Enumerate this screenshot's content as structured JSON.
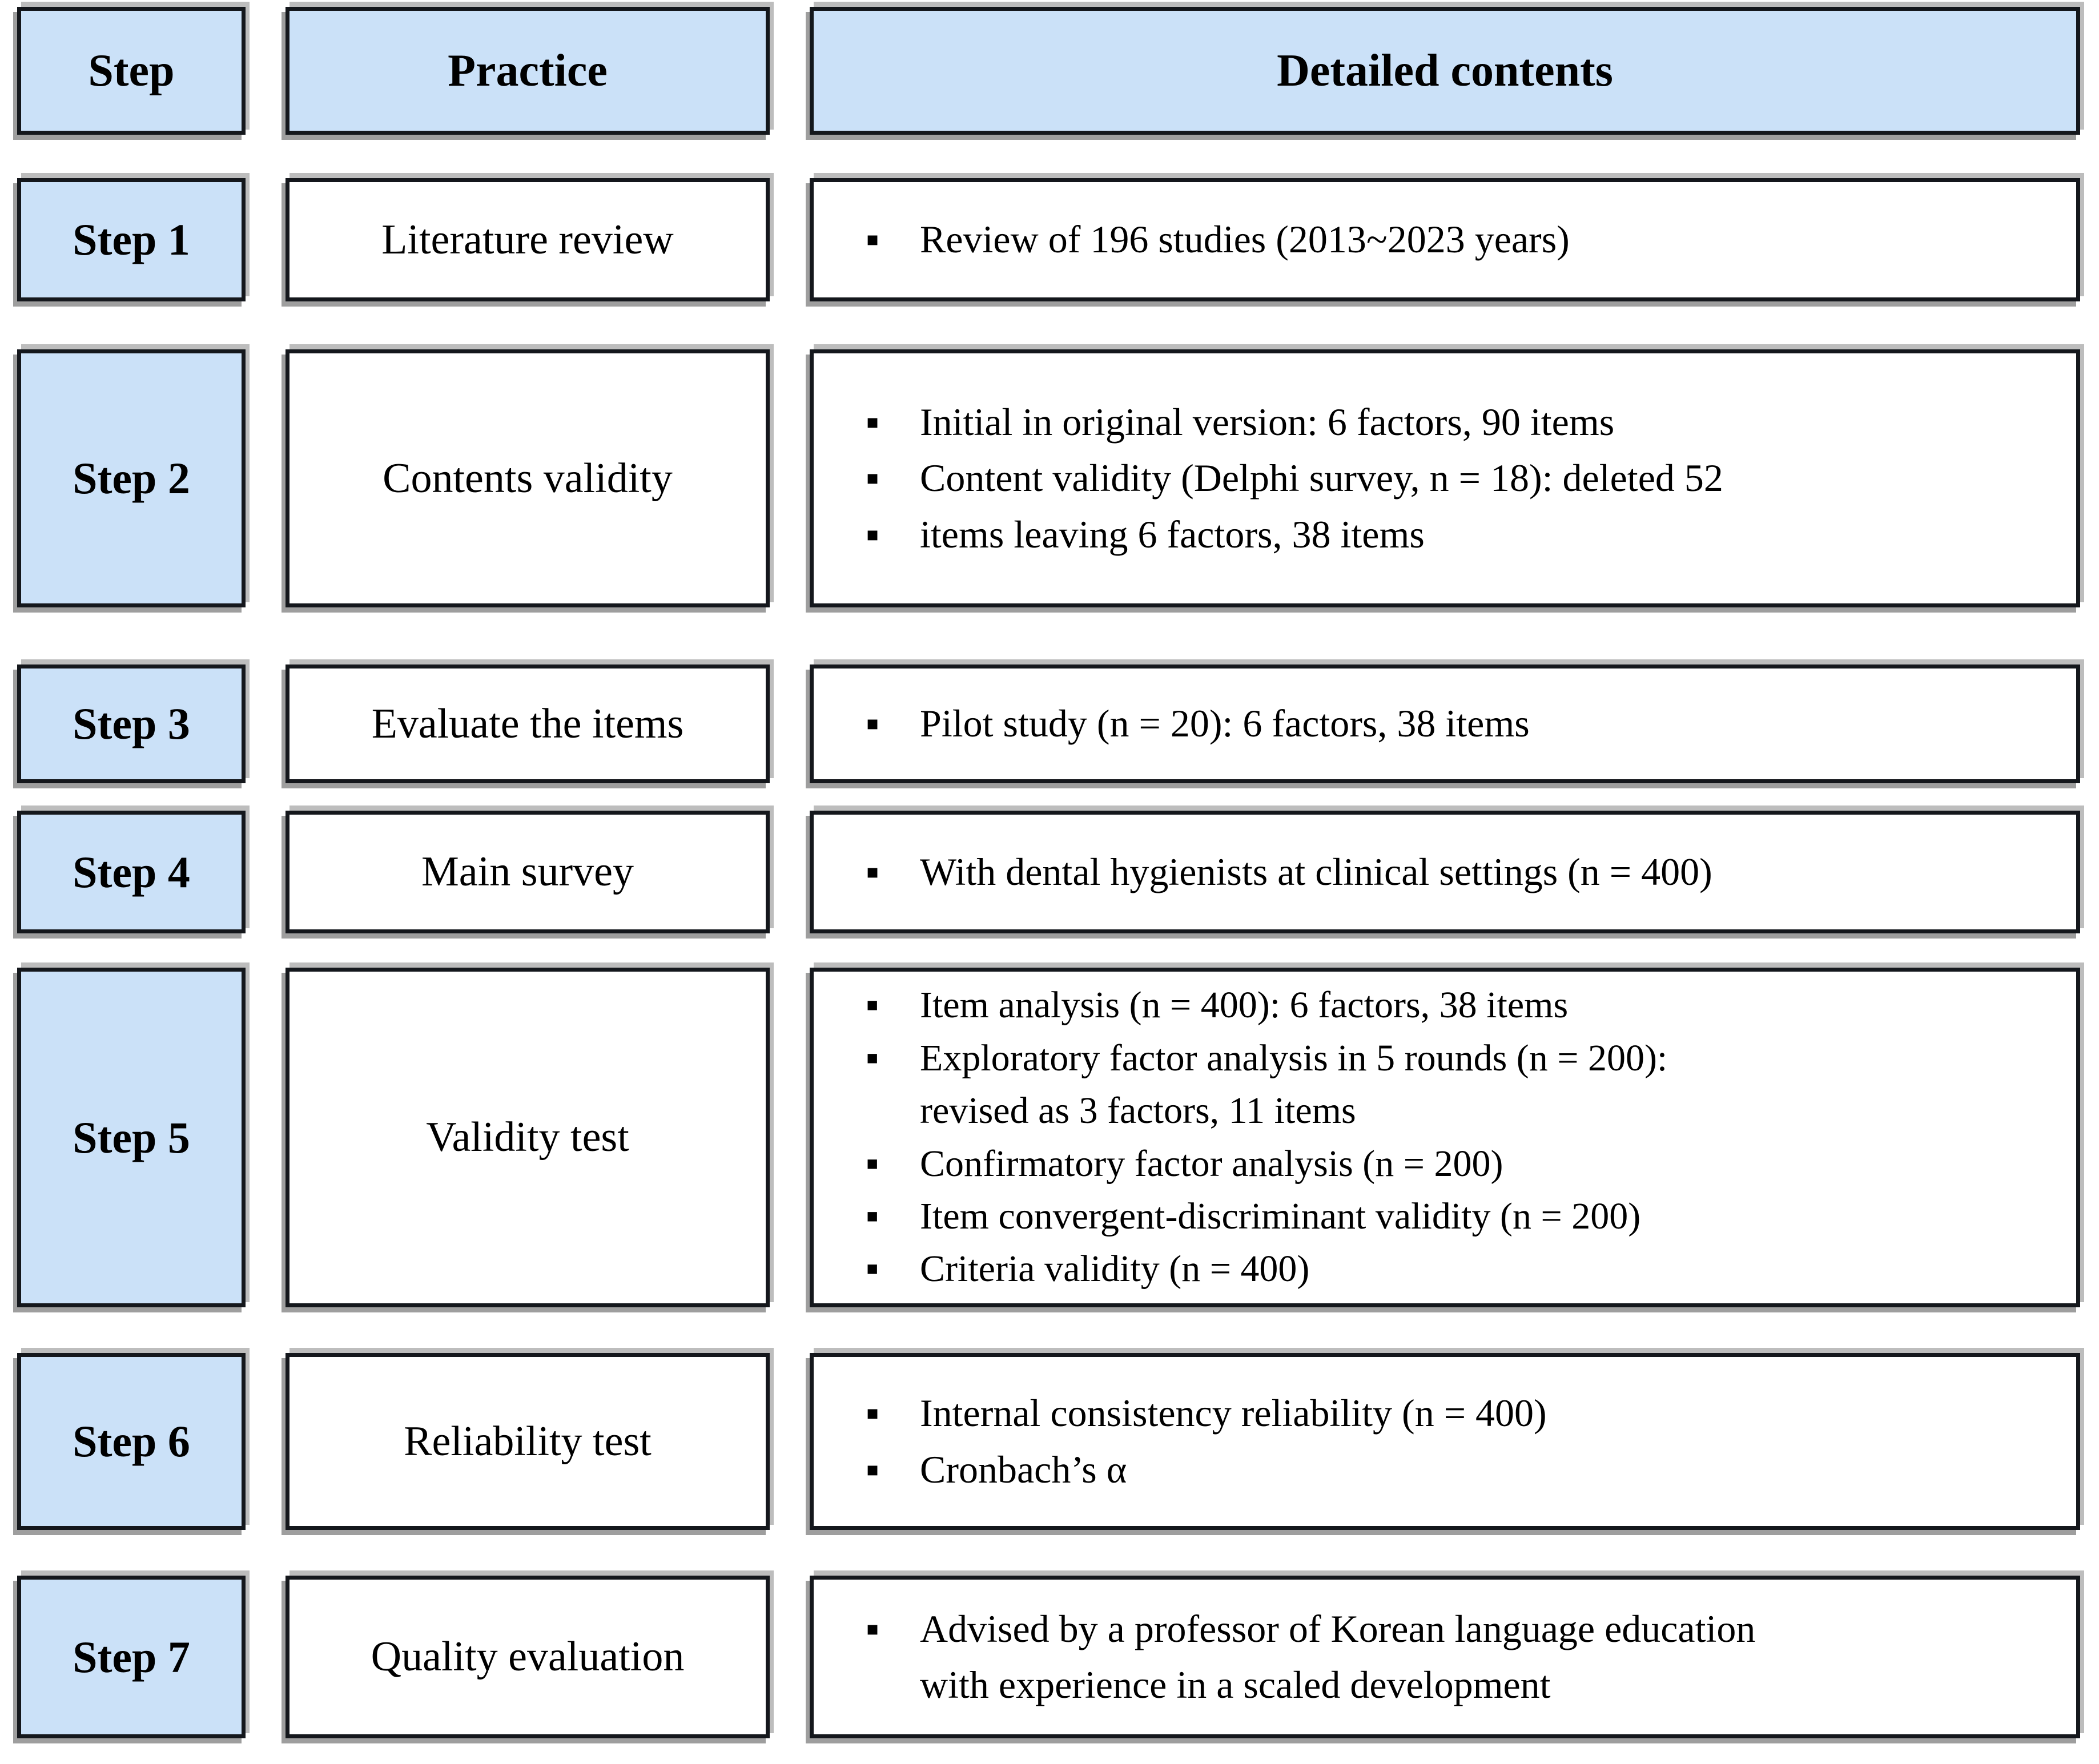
{
  "header": {
    "step": "Step",
    "practice": "Practice",
    "details": "Detailed contents"
  },
  "rows": [
    {
      "step": "Step 1",
      "practice": "Literature review",
      "details": [
        "Review of 196 studies (2013~2023 years)"
      ]
    },
    {
      "step": "Step 2",
      "practice": "Contents validity",
      "details": [
        "Initial in original version: 6 factors, 90 items",
        "Content validity (Delphi survey, n = 18): deleted 52",
        "items leaving 6 factors, 38 items"
      ]
    },
    {
      "step": "Step 3",
      "practice": "Evaluate the items",
      "details": [
        "Pilot study (n = 20): 6 factors, 38 items"
      ]
    },
    {
      "step": "Step 4",
      "practice": "Main survey",
      "details": [
        "With dental hygienists at clinical settings (n = 400)"
      ]
    },
    {
      "step": "Step 5",
      "practice": "Validity test",
      "details": [
        "Item analysis (n = 400): 6 factors, 38 items",
        "Exploratory factor analysis in 5 rounds (n = 200):",
        "revised as 3 factors, 11 items",
        "Confirmatory factor analysis (n = 200)",
        "Item convergent-discriminant validity (n = 200)",
        "Criteria validity (n = 400)"
      ]
    },
    {
      "step": "Step 6",
      "practice": "Reliability test",
      "details": [
        "Internal consistency reliability (n = 400)",
        "Cronbach’s α"
      ]
    },
    {
      "step": "Step 7",
      "practice": "Quality evaluation",
      "details": [
        "Advised by a professor of Korean language education",
        "with experience in a scaled development"
      ]
    }
  ],
  "colors": {
    "header_fill": "#cbe1f8",
    "row_fill": "#ffffff",
    "border": "#14171c",
    "shadow": "#9e9e9e"
  }
}
